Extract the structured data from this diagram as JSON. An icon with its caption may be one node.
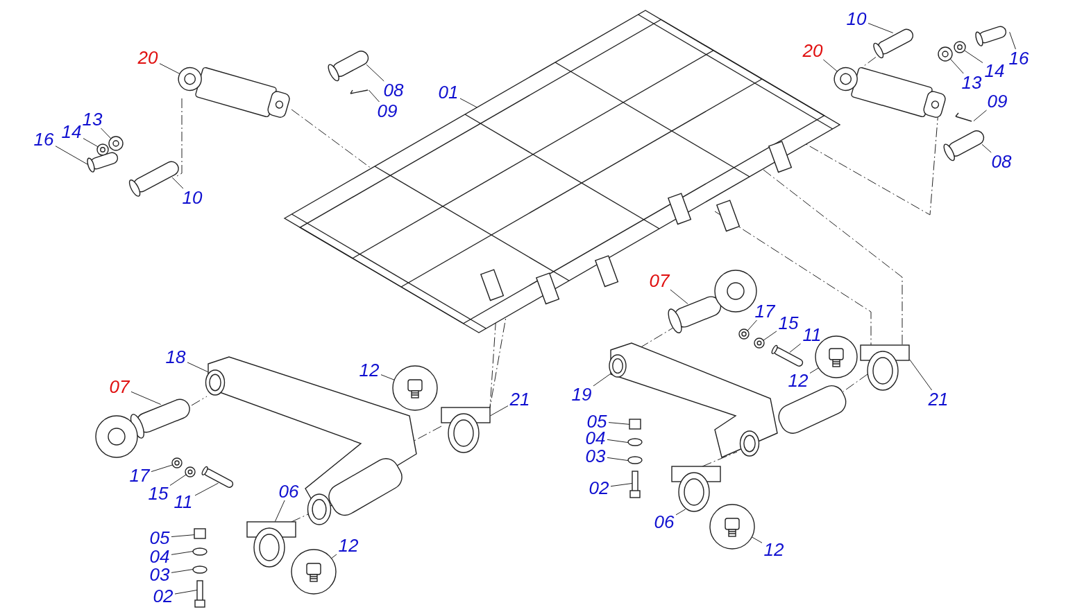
{
  "diagram": {
    "nodes": [
      {
        "text": [
          "10"
        ]
      },
      {
        "text": [
          "20"
        ]
      },
      {
        "text": [
          "20"
        ]
      },
      {
        "text": [
          "16"
        ]
      },
      {
        "text": [
          "08"
        ]
      },
      {
        "text": [
          "01"
        ]
      },
      {
        "text": [
          "14"
        ]
      },
      {
        "text": [
          "13"
        ]
      },
      {
        "text": [
          "09"
        ]
      },
      {
        "text": [
          "13"
        ]
      },
      {
        "text": [
          "14"
        ]
      },
      {
        "text": [
          "09"
        ]
      },
      {
        "text": [
          "16"
        ]
      },
      {
        "text": [
          "08"
        ]
      },
      {
        "text": [
          "10"
        ]
      },
      {
        "text": [
          "07"
        ]
      },
      {
        "text": [
          "17"
        ]
      },
      {
        "text": [
          "15"
        ]
      },
      {
        "text": [
          "11"
        ]
      },
      {
        "text": [
          "18"
        ]
      },
      {
        "text": [
          "12"
        ]
      },
      {
        "text": [
          "12"
        ]
      },
      {
        "text": [
          "07"
        ]
      },
      {
        "text": [
          "19"
        ]
      },
      {
        "text": [
          "21"
        ]
      },
      {
        "text": [
          "21"
        ]
      },
      {
        "text": [
          "05"
        ]
      },
      {
        "text": [
          "04"
        ]
      },
      {
        "text": [
          "03"
        ]
      },
      {
        "text": [
          "17"
        ]
      },
      {
        "text": [
          "02"
        ]
      },
      {
        "text": [
          "15"
        ]
      },
      {
        "text": [
          "06"
        ]
      },
      {
        "text": [
          "11"
        ]
      },
      {
        "text": [
          "05"
        ]
      },
      {
        "text": [
          "06"
        ]
      },
      {
        "text": [
          "12"
        ]
      },
      {
        "text": [
          "04"
        ]
      },
      {
        "text": [
          "12"
        ]
      },
      {
        "text": [
          "03"
        ]
      },
      {
        "text": [
          "02"
        ]
      },
      {
        "text": [],
        "shape": "cylinder"
      },
      {
        "text": [],
        "shape": "cylinder"
      },
      {
        "text": [],
        "shape": "cylinder"
      },
      {
        "text": [],
        "shape": "cylinder"
      },
      {
        "text": [],
        "shape": "cylinder"
      },
      {
        "text": [],
        "shape": "circle"
      },
      {
        "text": [],
        "shape": "circle"
      },
      {
        "text": [],
        "shape": "picture"
      },
      {
        "text": [],
        "shape": "circle"
      },
      {
        "text": [],
        "shape": "circle"
      },
      {
        "text": [],
        "shape": "picture"
      },
      {
        "text": [],
        "shape": "cylinder"
      },
      {
        "text": [],
        "shape": "cylinder"
      },
      {
        "text": [],
        "shape": "cylinder"
      },
      {
        "text": [],
        "shape": "picture"
      },
      {
        "text": [],
        "shape": "circle"
      },
      {
        "text": [],
        "shape": "circle"
      },
      {
        "text": [],
        "shape": "cylinder"
      },
      {
        "text": [],
        "shape": "picture"
      },
      {
        "text": [],
        "shape": "picture"
      },
      {
        "text": [],
        "shape": "picture"
      },
      {
        "text": [],
        "shape": "picture"
      },
      {
        "text": [],
        "shape": "picture"
      },
      {
        "text": [],
        "shape": "picture"
      },
      {
        "text": [],
        "shape": "picture"
      },
      {
        "text": [],
        "shape": "box"
      },
      {
        "text": [],
        "shape": "circle"
      },
      {
        "text": [],
        "shape": "circle"
      },
      {
        "text": [],
        "shape": "circle"
      },
      {
        "text": [],
        "shape": "cylinder"
      },
      {
        "text": [],
        "shape": "circle"
      },
      {
        "text": [],
        "shape": "picture"
      },
      {
        "text": [],
        "shape": "cylinder"
      },
      {
        "text": [],
        "shape": "box"
      },
      {
        "text": [],
        "shape": "picture"
      },
      {
        "text": [],
        "shape": "picture"
      },
      {
        "text": [],
        "shape": "circle"
      },
      {
        "text": [],
        "shape": "picture"
      },
      {
        "text": [],
        "shape": "circle"
      },
      {
        "text": [],
        "shape": "cylinder"
      }
    ],
    "edges": [
      {
        "from": 0,
        "to": 41,
        "arrow": "none"
      },
      {
        "from": 1,
        "to": 42,
        "arrow": "none"
      },
      {
        "from": 2,
        "to": 43,
        "arrow": "none"
      },
      {
        "from": 3,
        "to": 44,
        "arrow": "none"
      },
      {
        "from": 4,
        "to": 45,
        "arrow": "none"
      },
      {
        "from": 5,
        "to": null,
        "arrow": "none"
      },
      {
        "from": 6,
        "to": 46,
        "arrow": "none"
      },
      {
        "from": 7,
        "to": 47,
        "arrow": "none"
      },
      {
        "from": 8,
        "to": 48,
        "arrow": "none"
      },
      {
        "from": 9,
        "to": 49,
        "arrow": "none"
      },
      {
        "from": 10,
        "to": 50,
        "arrow": "none"
      },
      {
        "from": 11,
        "to": 51,
        "arrow": "none"
      },
      {
        "from": 12,
        "to": 52,
        "arrow": "none"
      },
      {
        "from": 13,
        "to": 53,
        "arrow": "none"
      },
      {
        "from": 14,
        "to": 54,
        "arrow": "none"
      },
      {
        "from": 15,
        "to": 55,
        "arrow": "none"
      },
      {
        "from": 16,
        "to": 56,
        "arrow": "none"
      },
      {
        "from": 17,
        "to": 57,
        "arrow": "none"
      },
      {
        "from": 18,
        "to": 58,
        "arrow": "none"
      },
      {
        "from": 19,
        "to": 59,
        "arrow": "none"
      },
      {
        "from": 20,
        "to": 60,
        "arrow": "none"
      },
      {
        "from": 21,
        "to": 61,
        "arrow": "none"
      },
      {
        "from": 22,
        "to": 62,
        "arrow": "none"
      },
      {
        "from": 23,
        "to": 63,
        "arrow": "none"
      },
      {
        "from": 24,
        "to": 64,
        "arrow": "none"
      },
      {
        "from": 25,
        "to": 65,
        "arrow": "none"
      },
      {
        "from": 26,
        "to": 66,
        "arrow": "none"
      },
      {
        "from": 27,
        "to": 67,
        "arrow": "none"
      },
      {
        "from": 28,
        "to": 68,
        "arrow": "none"
      },
      {
        "from": 29,
        "to": 69,
        "arrow": "none"
      },
      {
        "from": 30,
        "to": 70,
        "arrow": "none"
      },
      {
        "from": 31,
        "to": 71,
        "arrow": "none"
      },
      {
        "from": 32,
        "to": 72,
        "arrow": "none"
      },
      {
        "from": 33,
        "to": 73,
        "arrow": "none"
      },
      {
        "from": 34,
        "to": 74,
        "arrow": "none"
      },
      {
        "from": 35,
        "to": 75,
        "arrow": "none"
      },
      {
        "from": 36,
        "to": 76,
        "arrow": "none"
      },
      {
        "from": 37,
        "to": 77,
        "arrow": "none"
      },
      {
        "from": 38,
        "to": 78,
        "arrow": "none"
      },
      {
        "from": 39,
        "to": 79,
        "arrow": "none"
      },
      {
        "from": 40,
        "to": 80,
        "arrow": "none"
      },
      {
        "from": 42,
        "to": 54,
        "arrow": "none",
        "style": "dashed"
      },
      {
        "from": 43,
        "to": 41,
        "arrow": "none",
        "style": "dashed"
      },
      {
        "from": 42,
        "to": 64,
        "arrow": "none",
        "style": "dashed"
      },
      {
        "from": 43,
        "to": null,
        "arrow": "none",
        "style": "dashed"
      },
      {
        "from": null,
        "to": 64,
        "arrow": "none",
        "style": "dashed"
      },
      {
        "from": null,
        "to": 65,
        "arrow": "none",
        "style": "dashed"
      },
      {
        "from": null,
        "to": 65,
        "arrow": "none",
        "style": "dashed"
      },
      {
        "from": 62,
        "to": 59,
        "arrow": "none",
        "style": "dashed"
      },
      {
        "from": 55,
        "to": 63,
        "arrow": "none",
        "style": "dashed"
      },
      {
        "from": 64,
        "to": 59,
        "arrow": "none",
        "style": "dashed"
      },
      {
        "from": 65,
        "to": 63,
        "arrow": "none",
        "style": "dashed"
      },
      {
        "from": 75,
        "to": 63,
        "arrow": "none",
        "style": "dashed"
      },
      {
        "from": 72,
        "to": 59,
        "arrow": "none",
        "style": "dashed"
      }
    ]
  }
}
